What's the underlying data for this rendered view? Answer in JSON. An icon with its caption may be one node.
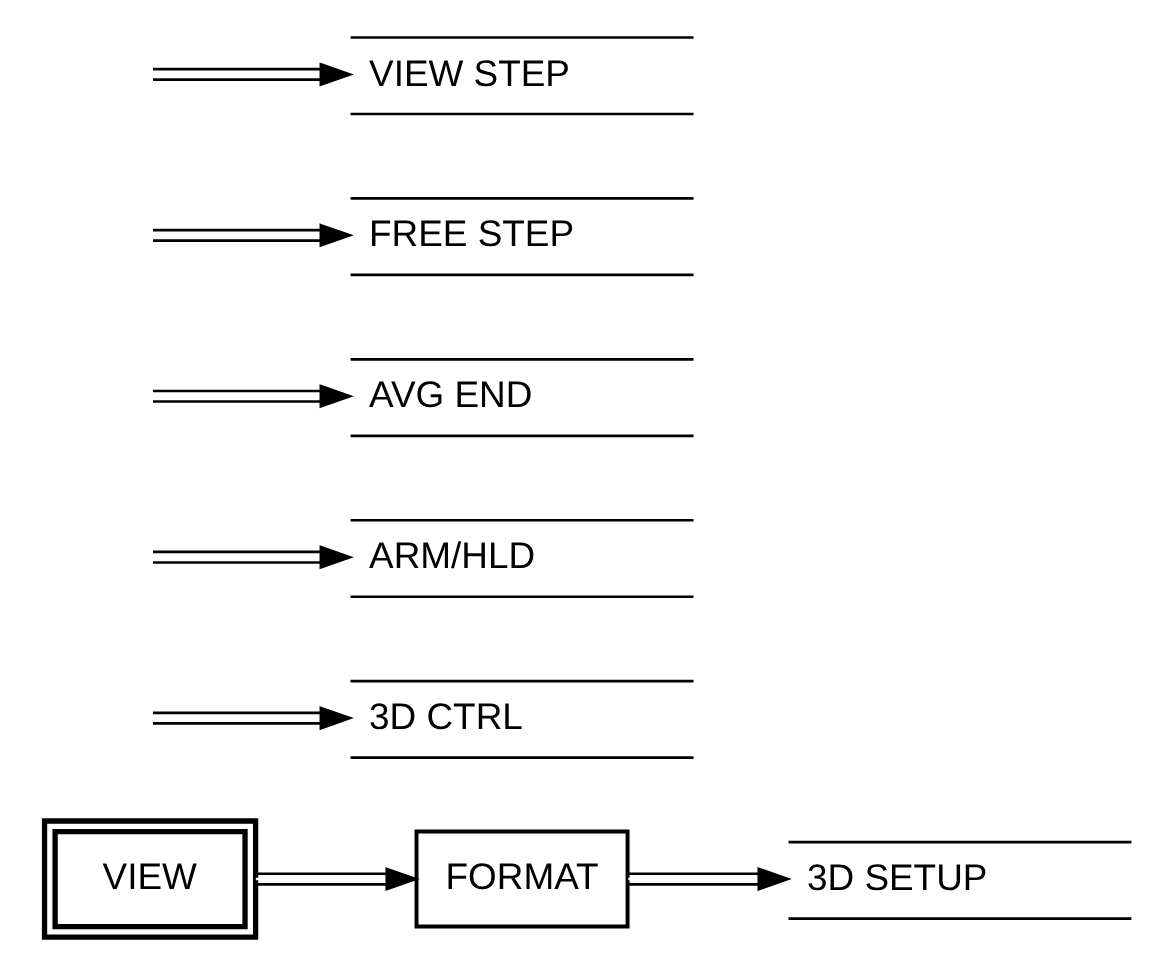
{
  "diagram": {
    "nodes": [
      {
        "text": [
          "VIEW"
        ]
      },
      {
        "text": [
          "FORMAT"
        ]
      },
      {
        "text": [
          "3D SETUP"
        ]
      },
      {
        "text": [
          "3D CTRL"
        ]
      },
      {
        "text": [
          "ARM/HLD"
        ]
      },
      {
        "text": [
          "AVG END"
        ]
      },
      {
        "text": [
          "FREE STEP"
        ]
      },
      {
        "text": [
          "VIEW STEP"
        ]
      }
    ],
    "edges": [
      {
        "from": 0,
        "to": 1,
        "arrow": "to"
      },
      {
        "from": 1,
        "to": 2,
        "arrow": "to"
      },
      {
        "from": null,
        "to": 3,
        "arrow": "to"
      },
      {
        "from": null,
        "to": 4,
        "arrow": "to"
      },
      {
        "from": null,
        "to": 5,
        "arrow": "to"
      },
      {
        "from": null,
        "to": 6,
        "arrow": "to"
      },
      {
        "from": null,
        "to": 7,
        "arrow": "to"
      }
    ]
  }
}
